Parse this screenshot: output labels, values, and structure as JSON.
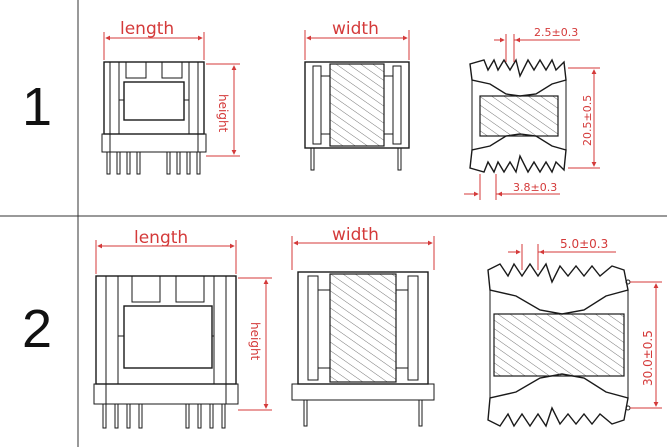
{
  "rows": [
    {
      "number": "1",
      "front_labels": {
        "length": "length",
        "height": "height"
      },
      "side_label": "width",
      "top_dims": {
        "pitch": "2.5±0.3",
        "span": "20.5±0.5",
        "offset": "3.8±0.3"
      }
    },
    {
      "number": "2",
      "front_labels": {
        "length": "length",
        "height": "height"
      },
      "side_label": "width",
      "top_dims": {
        "pitch": "5.0±0.3",
        "span": "30.0±0.5"
      }
    }
  ],
  "colors": {
    "dimension": "#d43a3a",
    "ink": "#1a1a1a",
    "grid": "#333333",
    "hatch": "#555555"
  },
  "drawing_types": [
    "front-view-length-height",
    "side-view-width",
    "top-view-pin-layout"
  ]
}
